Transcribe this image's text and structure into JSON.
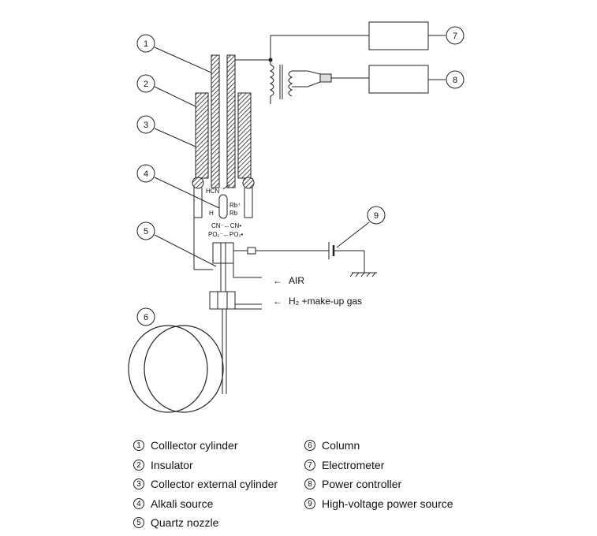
{
  "callouts": [
    "1",
    "2",
    "3",
    "4",
    "5",
    "6",
    "7",
    "8",
    "9"
  ],
  "labels": {
    "air": "AIR",
    "gas": "H₂ +make-up gas",
    "hcn": "HCN",
    "h": "H",
    "rb_plus": "Rb⁺",
    "rb": "Rb",
    "cn_line": "CN⁻←CN•",
    "po_line": "PO₂⁻←PO₂•",
    "arrow": "←"
  },
  "legend_left": [
    {
      "num": "1",
      "text": "Colllector cylinder"
    },
    {
      "num": "2",
      "text": "Insulator"
    },
    {
      "num": "3",
      "text": "Collector external cylinder"
    },
    {
      "num": "4",
      "text": "Alkali source"
    },
    {
      "num": "5",
      "text": "Quartz nozzle"
    }
  ],
  "legend_right": [
    {
      "num": "6",
      "text": "Column"
    },
    {
      "num": "7",
      "text": "Electrometer"
    },
    {
      "num": "8",
      "text": "Power controller"
    },
    {
      "num": "9",
      "text": "High-voltage power source"
    }
  ]
}
